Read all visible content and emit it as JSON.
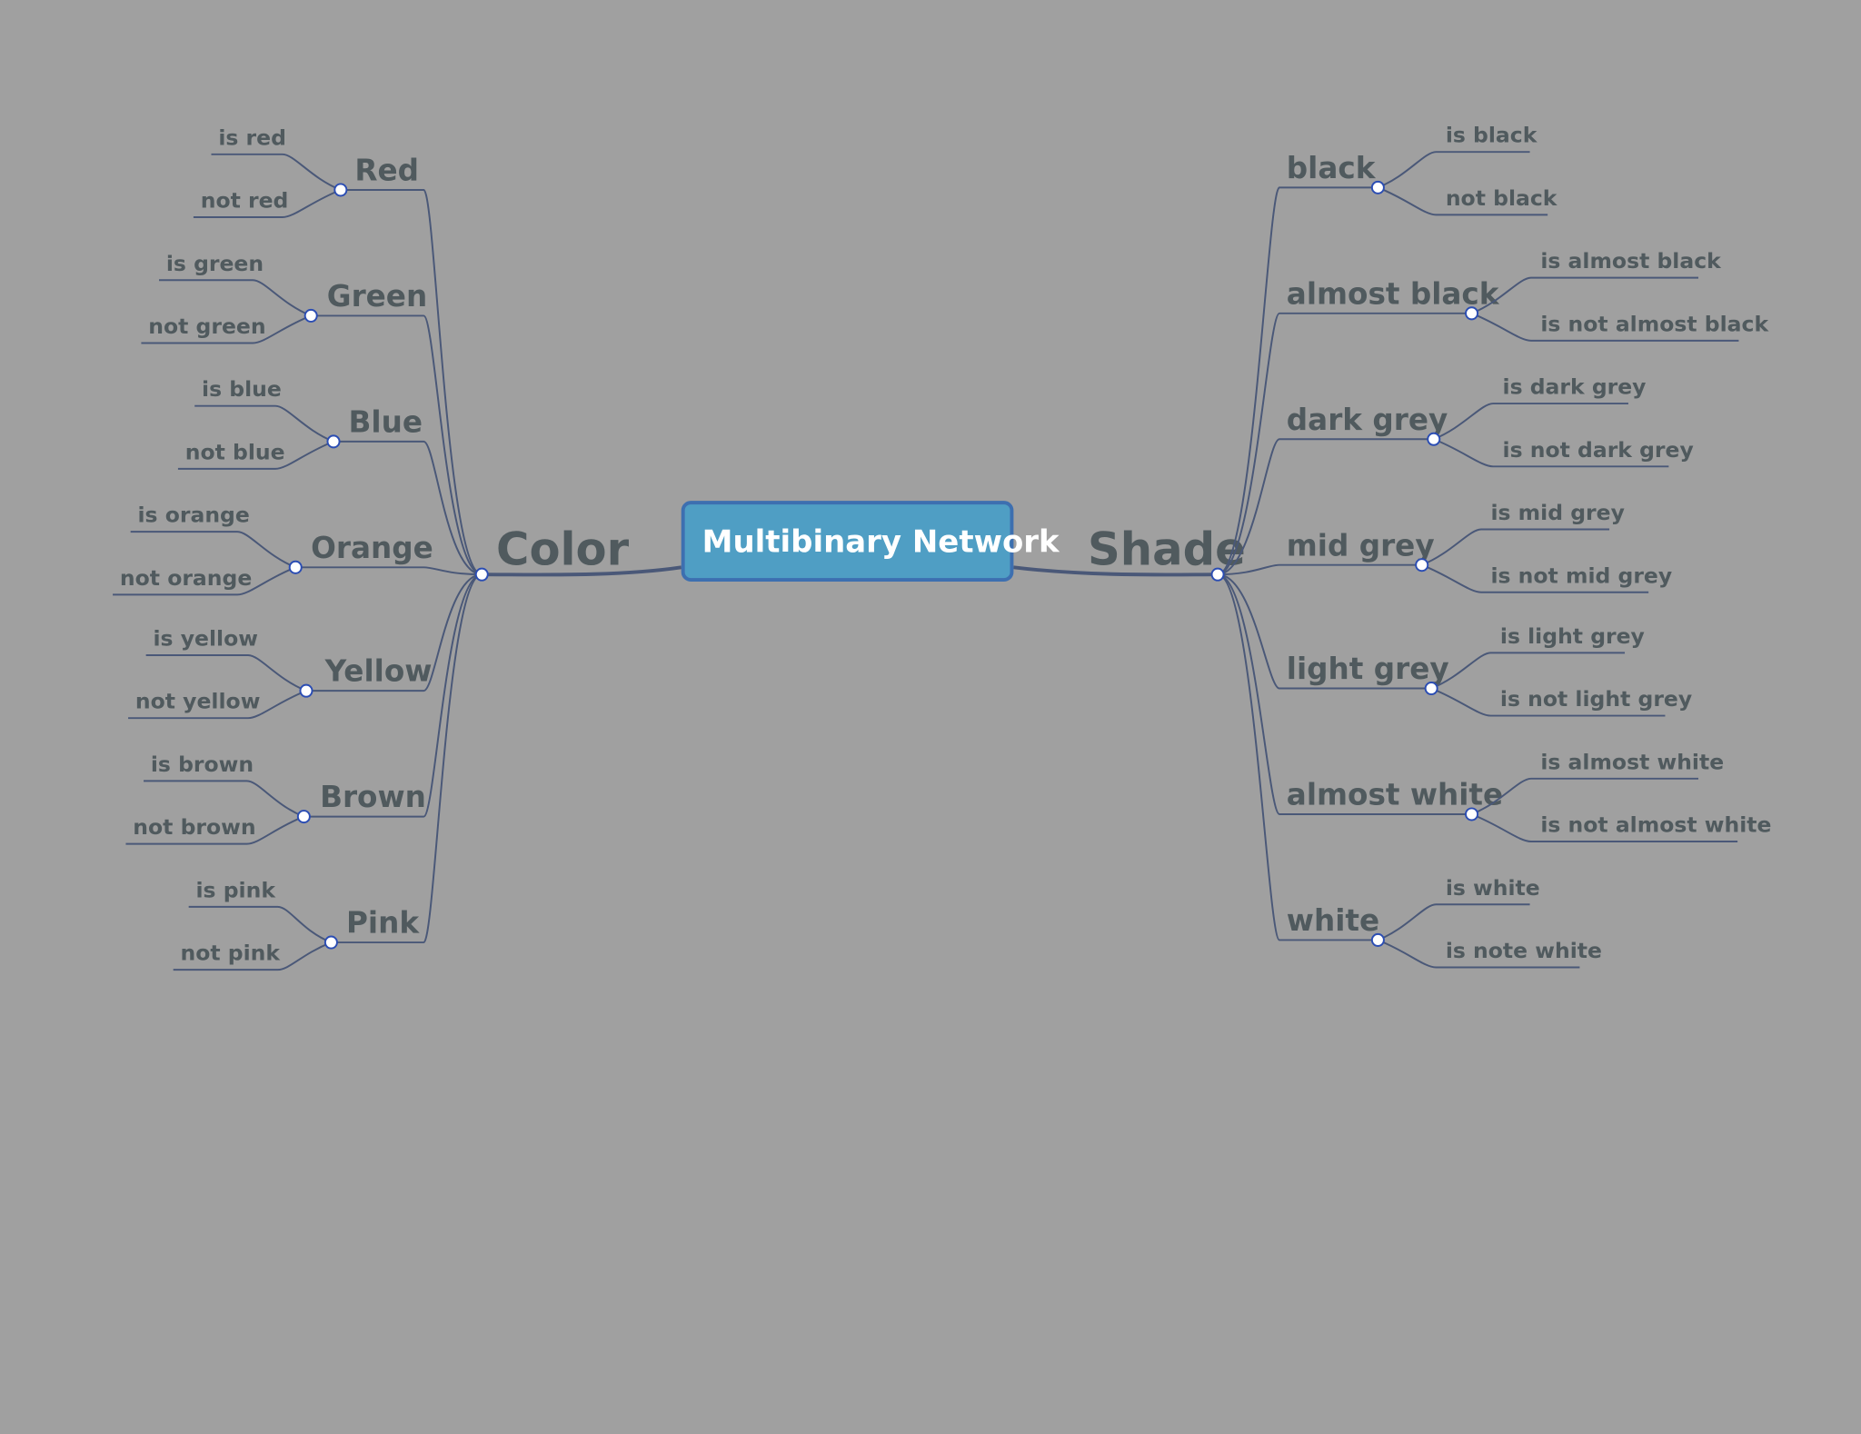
{
  "root": {
    "label": "Multibinary Network"
  },
  "branches": [
    {
      "label": "Color",
      "side": "left",
      "children": [
        {
          "label": "Red",
          "leaves": [
            "is red",
            "not red"
          ]
        },
        {
          "label": "Green",
          "leaves": [
            "is green",
            "not green"
          ]
        },
        {
          "label": "Blue",
          "leaves": [
            "is blue",
            "not blue"
          ]
        },
        {
          "label": "Orange",
          "leaves": [
            "is orange",
            "not orange"
          ]
        },
        {
          "label": "Yellow",
          "leaves": [
            "is yellow",
            "not yellow"
          ]
        },
        {
          "label": "Brown",
          "leaves": [
            "is brown",
            "not brown"
          ]
        },
        {
          "label": "Pink",
          "leaves": [
            "is pink",
            "not pink"
          ]
        }
      ]
    },
    {
      "label": "Shade",
      "side": "right",
      "children": [
        {
          "label": "black",
          "leaves": [
            "is black",
            "not black"
          ]
        },
        {
          "label": "almost black",
          "leaves": [
            "is almost black",
            "is not almost black"
          ]
        },
        {
          "label": "dark grey",
          "leaves": [
            "is dark grey",
            "is not dark grey"
          ]
        },
        {
          "label": "mid grey",
          "leaves": [
            "is mid grey",
            "is not mid grey"
          ]
        },
        {
          "label": "light grey",
          "leaves": [
            "is light grey",
            "is not light grey"
          ]
        },
        {
          "label": "almost white",
          "leaves": [
            "is almost white",
            "is not almost white"
          ]
        },
        {
          "label": "white",
          "leaves": [
            "is white",
            "is note white"
          ]
        }
      ]
    }
  ]
}
